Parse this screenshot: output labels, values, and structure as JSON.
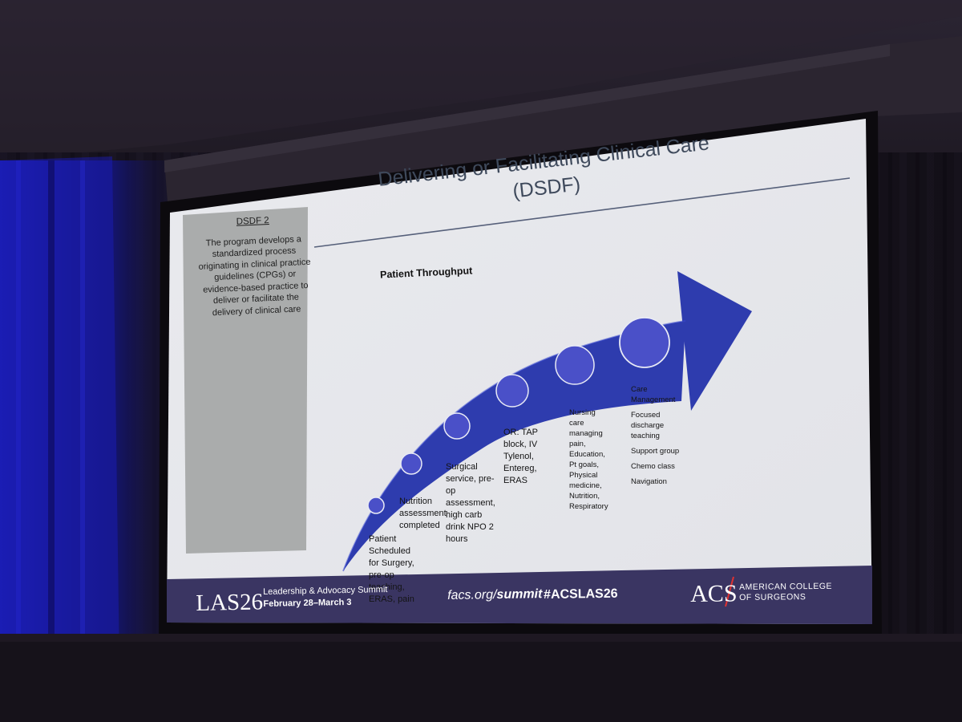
{
  "slide": {
    "title": "Delivering or Facilitating Clinical Care (DSDF)",
    "panel": {
      "heading": "DSDF 2",
      "body": "The program develops a standardized process originating in clinical practice guidelines (CPGs) or evidence-based practice to deliver or facilitate the delivery of clinical care"
    },
    "subtitle": "Patient Throughput",
    "steps": [
      {
        "text": "Patient Scheduled for Surgery, pre-op teaching, ERAS, pain"
      },
      {
        "text": "Nutrition assessment completed"
      },
      {
        "text": "Surgical service, pre-op assessment, high carb drink NPO 2 hours"
      },
      {
        "text": "OR:  TAP block, IV Tylenol, Entereg, ERAS"
      },
      {
        "text": "Nursing care managing pain, Education, Pt goals, Physical medicine, Nutrition, Respiratory"
      },
      {
        "lines": [
          "Care Management",
          "Focused discharge teaching",
          "Support group",
          "Chemo class",
          "Navigation"
        ]
      }
    ]
  },
  "footer": {
    "event_short": "LAS26",
    "event_name": "Leadership & Advocacy Summit",
    "event_dates": "February 28–March 3",
    "url_prefix": "facs.org/",
    "url_path": "summit",
    "hashtag": "#ACSLAS26",
    "logo_text": "ACS",
    "org_line1": "AMERICAN COLLEGE",
    "org_line2": "OF SURGEONS"
  },
  "colors": {
    "arrow": "#2e3cae",
    "circle": "#4a50c8",
    "footer_band": "#3a3562",
    "screen": "#e8e9ec",
    "panel": "#a9abab"
  }
}
